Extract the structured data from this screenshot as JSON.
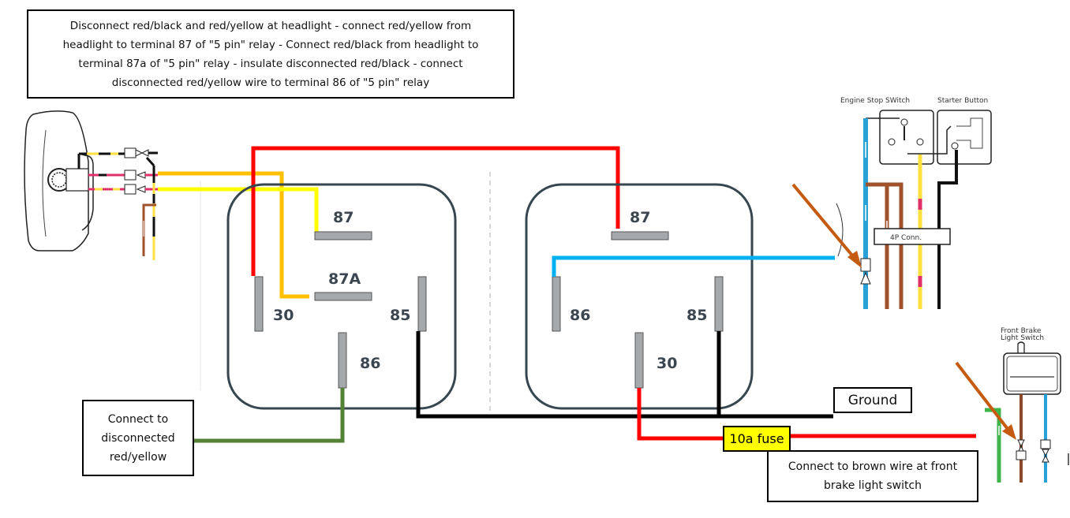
{
  "notes": {
    "top_instruction": "Disconnect red/black and red/yellow at headlight - connect red/yellow from\nheadlight to terminal 87 of \"5 pin\" relay - Connect red/black from headlight to\nterminal 87a of \"5 pin\" relay - insulate disconnected red/black - connect\ndisconnected red/yellow wire to terminal 86 of \"5 pin\" relay",
    "left_instruction": "Connect to\ndisconnected\nred/yellow",
    "ground_label": "Ground",
    "fuse_label": "10a fuse",
    "brake_instruction": "Connect to brown wire at front\nbrake light switch"
  },
  "relay_left": {
    "type": "5 pin relay",
    "pins": {
      "p87": "87",
      "p87a": "87A",
      "p30": "30",
      "p85": "85",
      "p86": "86"
    }
  },
  "relay_right": {
    "type": "4 pin relay",
    "pins": {
      "p87": "87",
      "p86": "86",
      "p85": "85",
      "p30": "30"
    }
  },
  "schematic_inserts": {
    "engine_stop_switch": "Engine Stop SWitch",
    "starter_button": "Starter Button",
    "connector": "4P Conn.",
    "front_brake_line1": "Front Brake",
    "front_brake_line2": "Light Switch"
  },
  "wire_colors": {
    "red": "#ff0000",
    "orange": "#ffc000",
    "yellow": "#ffff00",
    "black": "#000000",
    "green": "#548235",
    "blue": "#00b0f0",
    "brown_arrow": "#c55a11",
    "relay_outline": "#37474f",
    "pin_fill": "#a6a9ab"
  }
}
